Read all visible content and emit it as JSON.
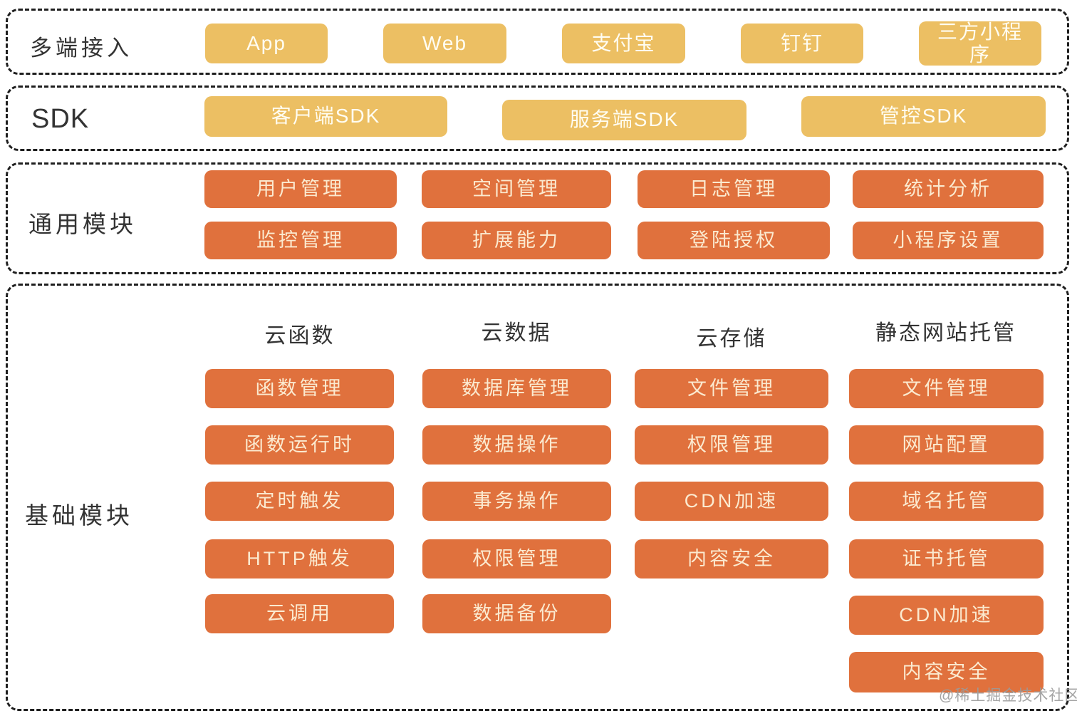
{
  "sections": {
    "access": {
      "label": "多端接入",
      "items": [
        "App",
        "Web",
        "支付宝",
        "钉钉",
        "三方小程序"
      ]
    },
    "sdk": {
      "label": "SDK",
      "items": [
        "客户端SDK",
        "服务端SDK",
        "管控SDK"
      ]
    },
    "common": {
      "label": "通用模块",
      "rows": [
        [
          "用户管理",
          "空间管理",
          "日志管理",
          "统计分析"
        ],
        [
          "监控管理",
          "扩展能力",
          "登陆授权",
          "小程序设置"
        ]
      ]
    },
    "base": {
      "label": "基础模块",
      "columns": [
        {
          "header": "云函数",
          "items": [
            "函数管理",
            "函数运行时",
            "定时触发",
            "HTTP触发",
            "云调用"
          ]
        },
        {
          "header": "云数据",
          "items": [
            "数据库管理",
            "数据操作",
            "事务操作",
            "权限管理",
            "数据备份"
          ]
        },
        {
          "header": "云存储",
          "items": [
            "文件管理",
            "权限管理",
            "CDN加速",
            "内容安全"
          ]
        },
        {
          "header": "静态网站托管",
          "items": [
            "文件管理",
            "网站配置",
            "域名托管",
            "证书托管",
            "CDN加速",
            "内容安全"
          ]
        }
      ]
    }
  },
  "watermark": "@稀土掘金技术社区",
  "colors": {
    "yellow": "#ecbf63",
    "orange": "#e0713d",
    "label_text": "#333333",
    "button_text_yellow": "#fffdf2",
    "button_text_orange": "#fbead0",
    "border": "#1f1f1f",
    "watermark_text": "#9b9b9b"
  }
}
